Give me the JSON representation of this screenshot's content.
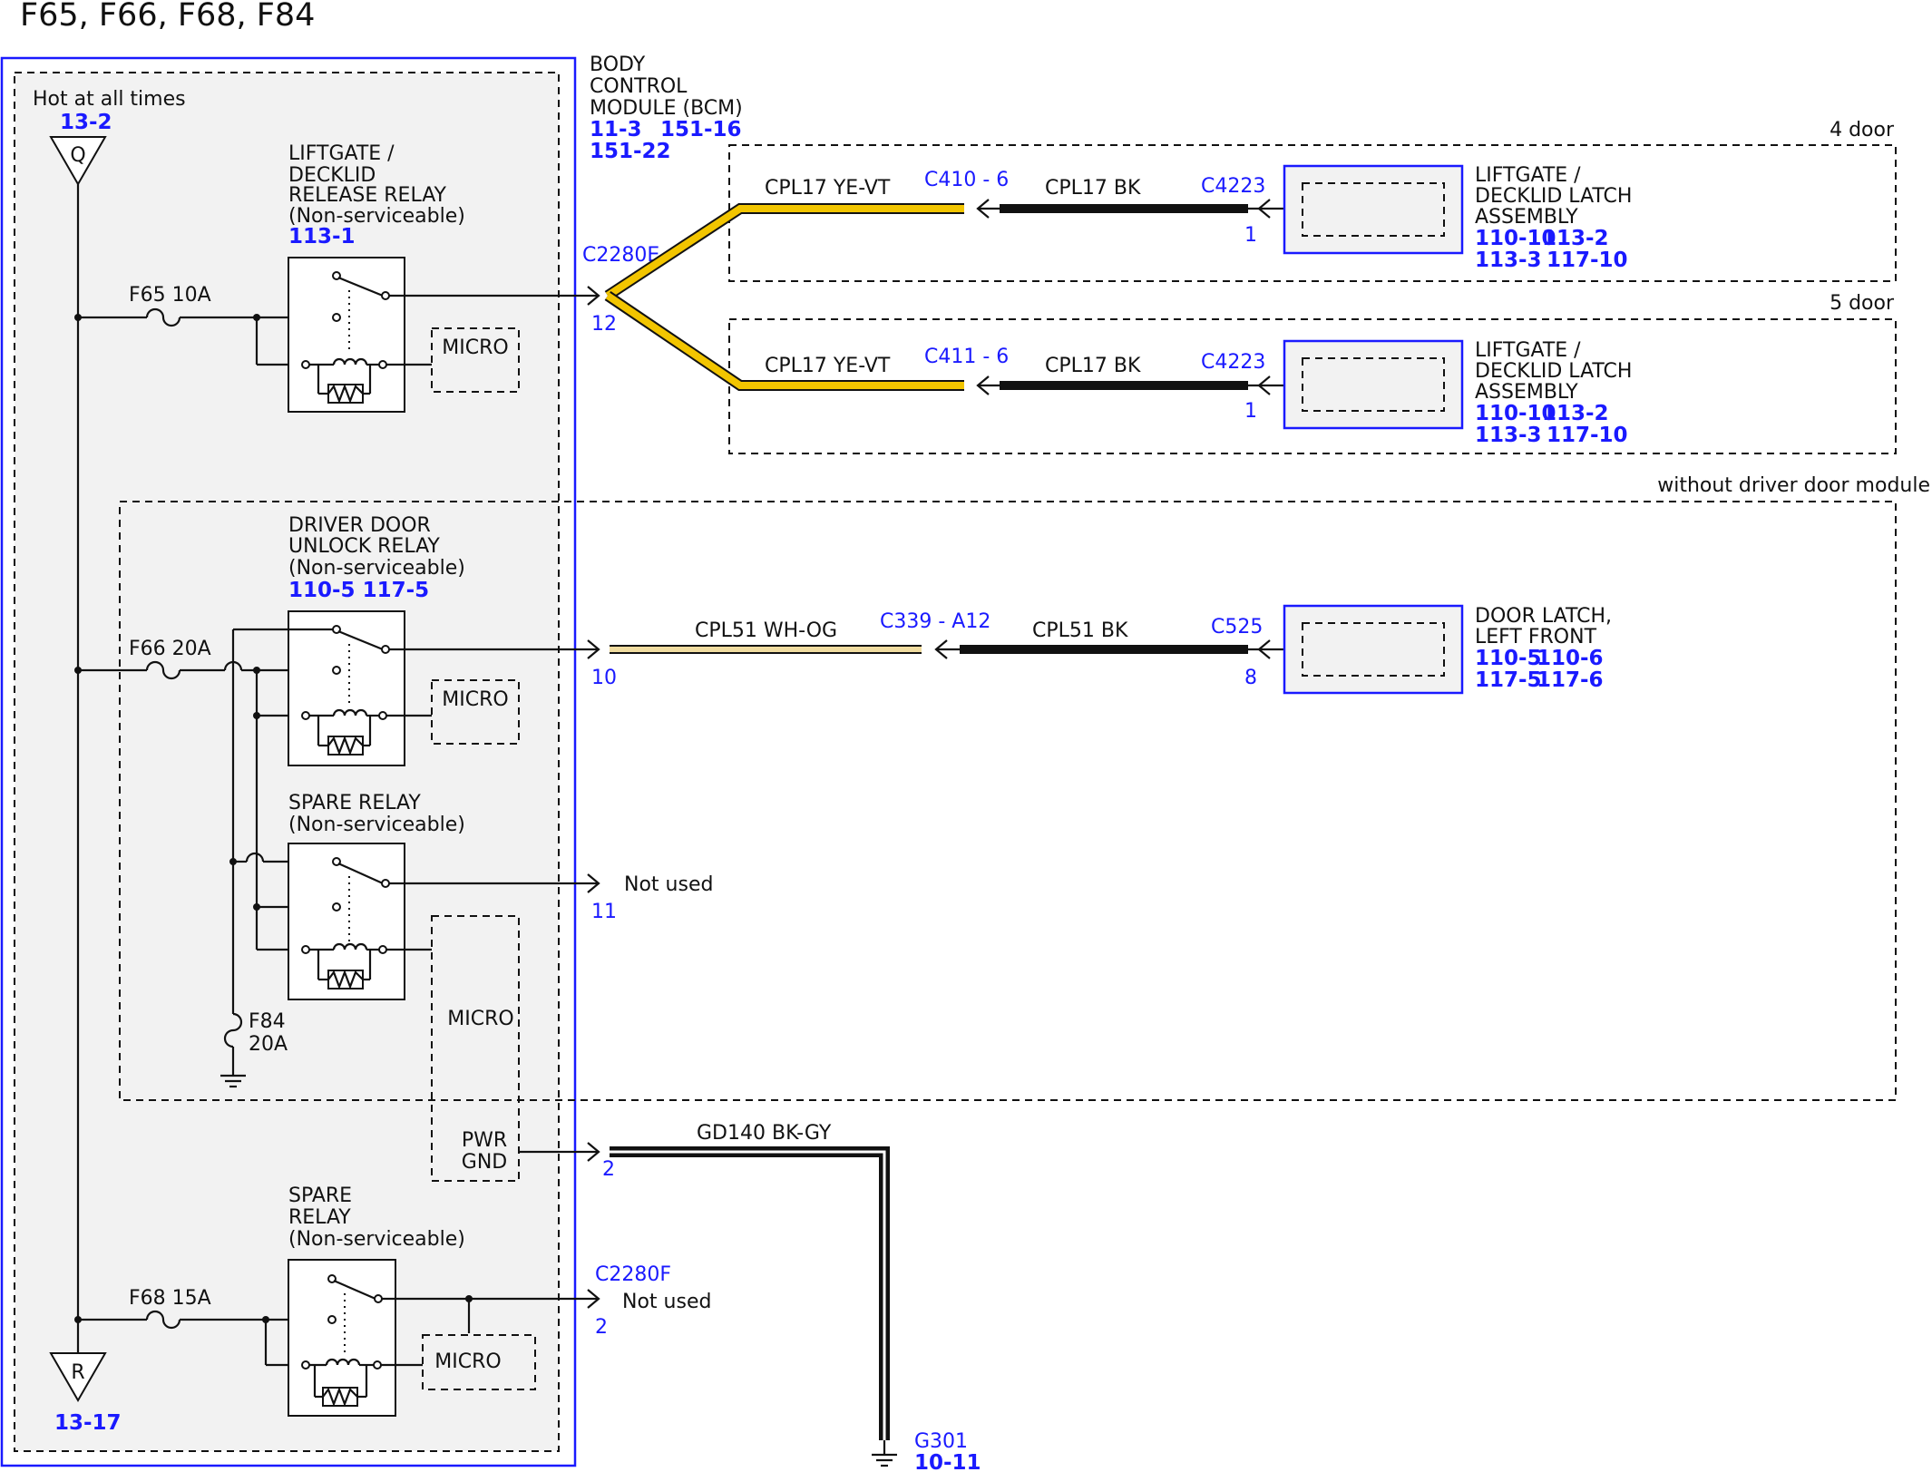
{
  "title": "F65, F66, F68, F84",
  "bcm": {
    "name_lines": [
      "BODY",
      "CONTROL",
      "MODULE (BCM)"
    ],
    "refs_line1": [
      "11-3",
      "151-16"
    ],
    "refs_line2": [
      "151-22"
    ],
    "hot_label": "Hot at all times",
    "hot_ref": "13-2",
    "top_symbol": "Q",
    "bottom_symbol": "R",
    "bottom_ref": "13-17"
  },
  "fuses": {
    "f65": "F65  10A",
    "f66": "F66  20A",
    "f68": "F68  15A",
    "f84_name": "F84",
    "f84_rating": "20A"
  },
  "relays": {
    "liftgate": {
      "lines": [
        "LIFTGATE /",
        "DECKLID",
        "RELEASE RELAY",
        "(Non-serviceable)"
      ],
      "ref": "113-1"
    },
    "driver_door": {
      "lines": [
        "DRIVER DOOR",
        "UNLOCK RELAY",
        "(Non-serviceable)"
      ],
      "ref": "110-5 117-5"
    },
    "spare1": {
      "lines": [
        "SPARE RELAY",
        "(Non-serviceable)"
      ]
    },
    "spare2": {
      "lines": [
        "SPARE",
        "RELAY",
        "(Non-serviceable)"
      ]
    }
  },
  "micro_label": "MICRO",
  "pwr_gnd_lines": [
    "PWR",
    "GND"
  ],
  "connectors": {
    "c2280e": "C2280E",
    "c2280f": "C2280F",
    "pin12": "12",
    "pin10": "10",
    "pin11": "11",
    "pin2a": "2",
    "pin2b": "2",
    "not_used_1": "Not used",
    "not_used_2": "Not used"
  },
  "variants": {
    "four_door": "4 door",
    "five_door": "5 door",
    "without_ddm": "without driver door module"
  },
  "circuits": {
    "row1": {
      "wire1": "CPL17  YE-VT",
      "conn_mid": "C410 - 6",
      "wire2": "CPL17  BK",
      "conn_end": "C4223",
      "pin_end": "1"
    },
    "row2": {
      "wire1": "CPL17  YE-VT",
      "conn_mid": "C411 - 6",
      "wire2": "CPL17  BK",
      "conn_end": "C4223",
      "pin_end": "1"
    },
    "row3": {
      "wire1": "CPL51  WH-OG",
      "conn_mid": "C339 - A12",
      "wire2": "CPL51  BK",
      "conn_end": "C525",
      "pin_end": "8"
    },
    "ground": {
      "wire": "GD140  BK-GY",
      "point": "G301",
      "ref": "10-11"
    }
  },
  "components": {
    "latch1": {
      "lines": [
        "LIFTGATE /",
        "DECKLID LATCH",
        "ASSEMBLY"
      ],
      "refs_line1": [
        "110-10",
        "113-2"
      ],
      "refs_line2": [
        "113-3",
        "117-10"
      ]
    },
    "latch2": {
      "lines": [
        "LIFTGATE /",
        "DECKLID LATCH",
        "ASSEMBLY"
      ],
      "refs_line1": [
        "110-10",
        "113-2"
      ],
      "refs_line2": [
        "113-3",
        "117-10"
      ]
    },
    "door_latch": {
      "lines": [
        "DOOR LATCH,",
        "LEFT FRONT"
      ],
      "refs_line1": [
        "110-5",
        "110-6"
      ],
      "refs_line2": [
        "117-5",
        "117-6"
      ]
    }
  },
  "colors": {
    "module_border": "#1a1aff",
    "ref_text": "#1a1aff",
    "wire_ye_vt": "#f2c500",
    "wire_wh_og": "#f0dca0",
    "module_fill": "#f2f2f2"
  }
}
